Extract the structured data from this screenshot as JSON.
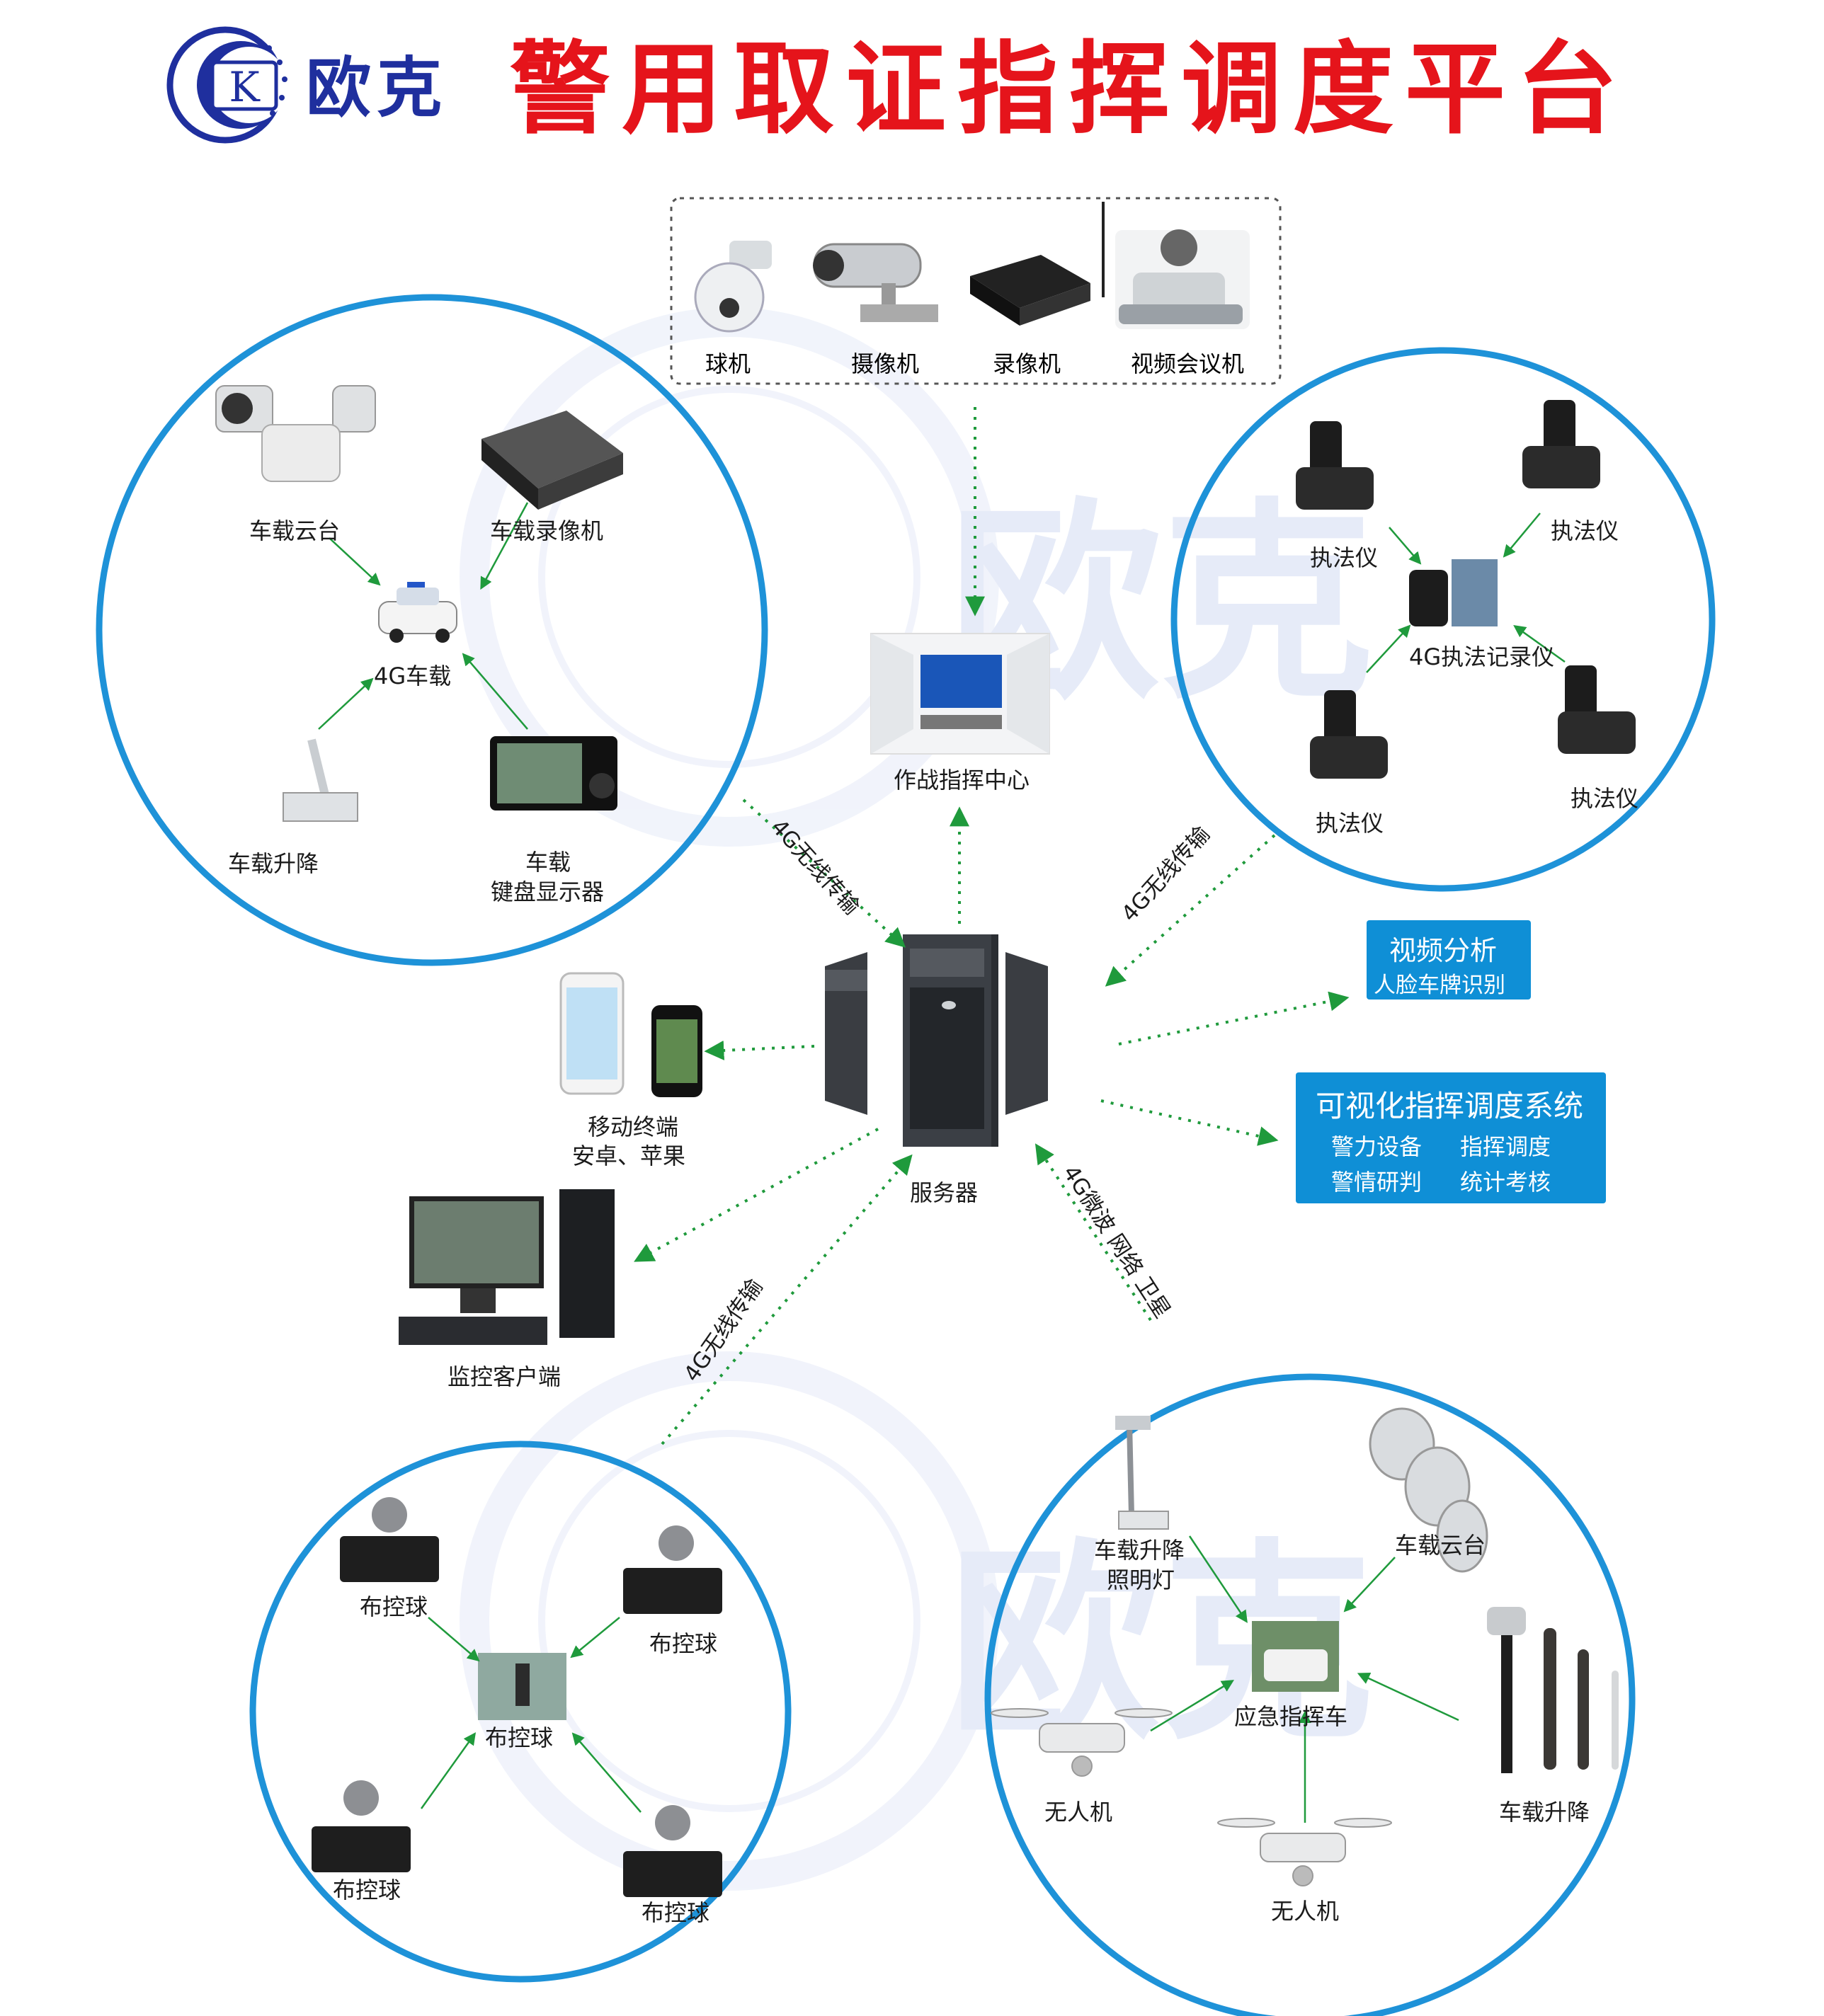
{
  "brand": {
    "name": "欧克",
    "logo_letter": "K"
  },
  "title": "警用取证指挥调度平台",
  "watermark": "欧克",
  "top_devices": [
    "球机",
    "摄像机",
    "录像机",
    "视频会议机"
  ],
  "command_center": "作战指挥中心",
  "server": "服务器",
  "vehicle_group": {
    "ptz": "车载云台",
    "recorder": "车载录像机",
    "car": "4G车载",
    "lift": "车载升降",
    "display_line1": "车载",
    "display_line2": "键盘显示器"
  },
  "enforcement_group": {
    "recorder": "执法仪",
    "center": "4G执法记录仪"
  },
  "mobile": {
    "line1": "移动终端",
    "line2": "安卓、苹果"
  },
  "client": "监控客户端",
  "video_analysis": {
    "title": "视频分析",
    "subtitle": "人脸车牌识别"
  },
  "visual_system": {
    "title": "可视化指挥调度系统",
    "items": [
      "警力设备",
      "指挥调度",
      "警情研判",
      "统计考核"
    ]
  },
  "links": {
    "4g_wireless": "4G无线传输",
    "microwave": "4G微波 网络 卫星"
  },
  "ball_group": {
    "unit": "布控球"
  },
  "emergency_group": {
    "lighting_line1": "车载升降",
    "lighting_line2": "照明灯",
    "ptz": "车载云台",
    "command_vehicle": "应急指挥车",
    "drone": "无人机",
    "lift": "车载升降"
  },
  "colors": {
    "title": "#e5141b",
    "brand": "#1f2f9e",
    "circle": "#1e92d8",
    "arrow": "#1f9a3c",
    "box": "#0f8fd6",
    "watermark": "#e6ebf8"
  }
}
